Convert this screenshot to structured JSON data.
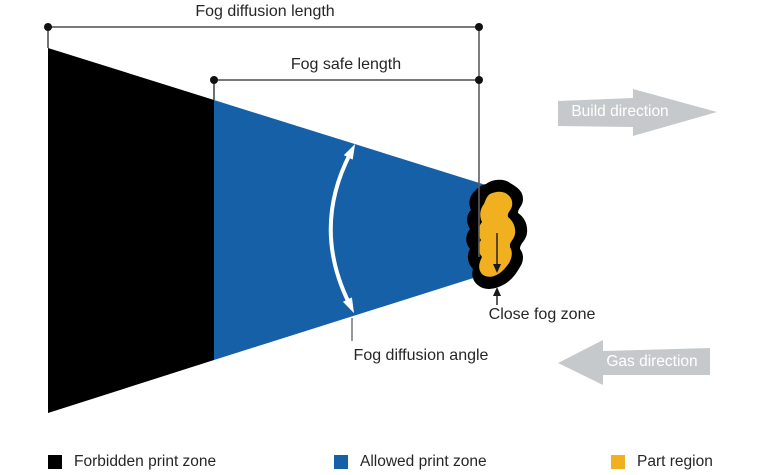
{
  "diagram": {
    "labels": {
      "fog_diffusion_length": "Fog diffusion length",
      "fog_safe_length": "Fog safe length",
      "fog_diffusion_angle": "Fog diffusion angle",
      "close_fog_zone": "Close fog zone",
      "build_direction": "Build direction",
      "gas_direction": "Gas direction"
    },
    "colors": {
      "forbidden_zone": "#000000",
      "allowed_zone": "#1660a7",
      "part_region": "#f0b01f",
      "close_fog_outline": "#000000",
      "direction_arrow": "#c6c9cb",
      "dimension_line": "#4d4d4d",
      "leader_line": "#7f7f7f",
      "angle_arc": "#ffffff",
      "text": "#262626",
      "arrow_text": "#ffffff"
    }
  },
  "legend": {
    "items": [
      {
        "label": "Forbidden print zone",
        "color": "#000000"
      },
      {
        "label": "Allowed print zone",
        "color": "#1660a7"
      },
      {
        "label": "Part region",
        "color": "#f0b01f"
      }
    ]
  }
}
